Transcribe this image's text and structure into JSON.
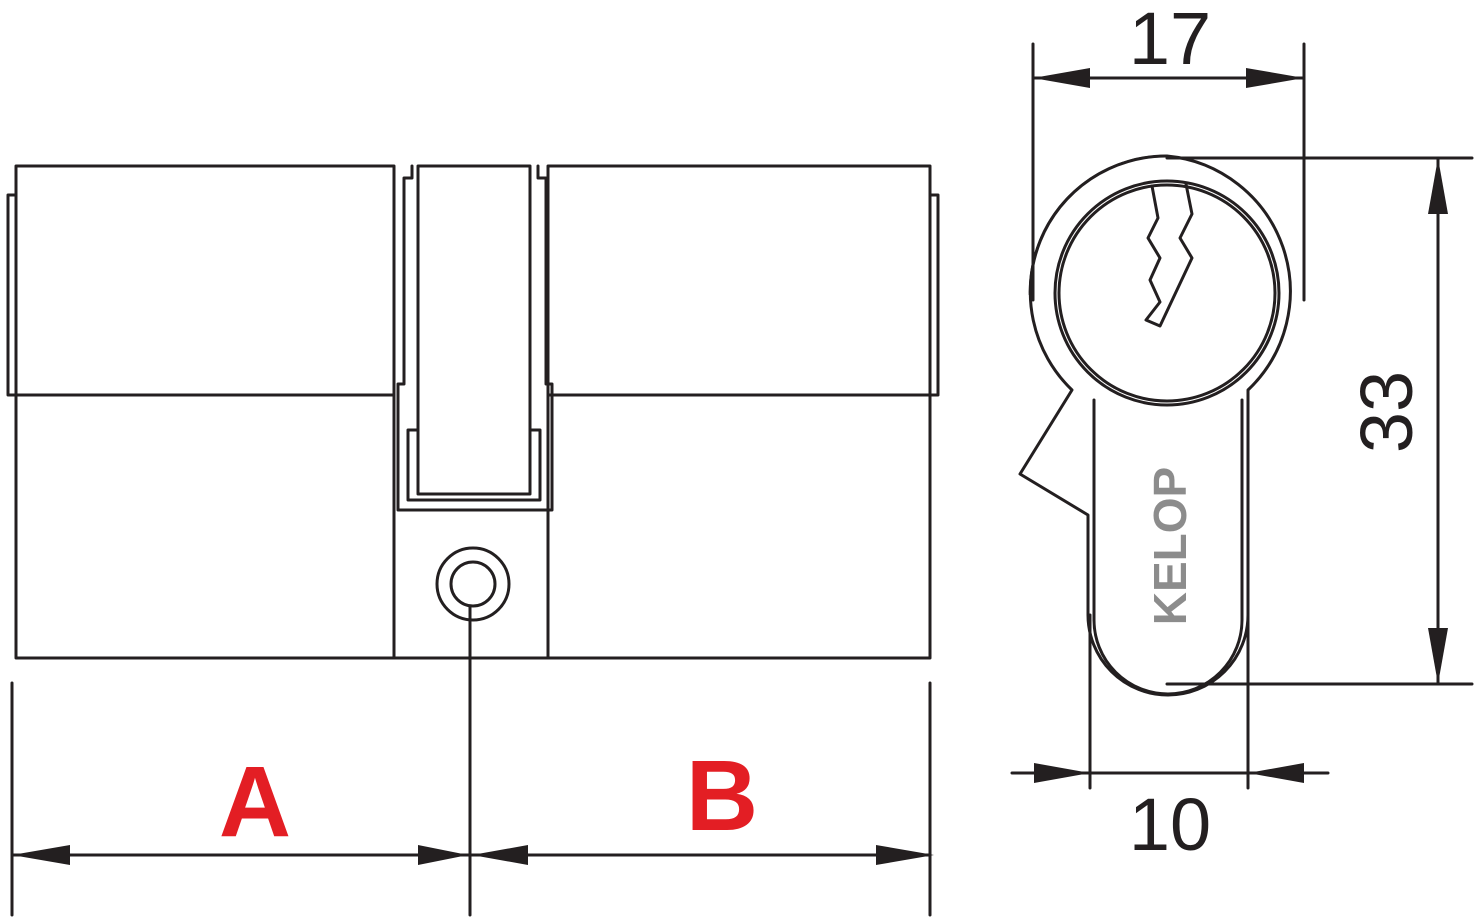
{
  "dimensions": {
    "width_label": "17",
    "height_label": "33",
    "bottom_label": "10",
    "label_a": "A",
    "label_b": "B"
  },
  "logo": {
    "text": "KELOP"
  },
  "colors": {
    "line": "#231f20",
    "accent_red": "#e31e24",
    "logo_gray": "#8c8c8c",
    "background": "#ffffff"
  }
}
